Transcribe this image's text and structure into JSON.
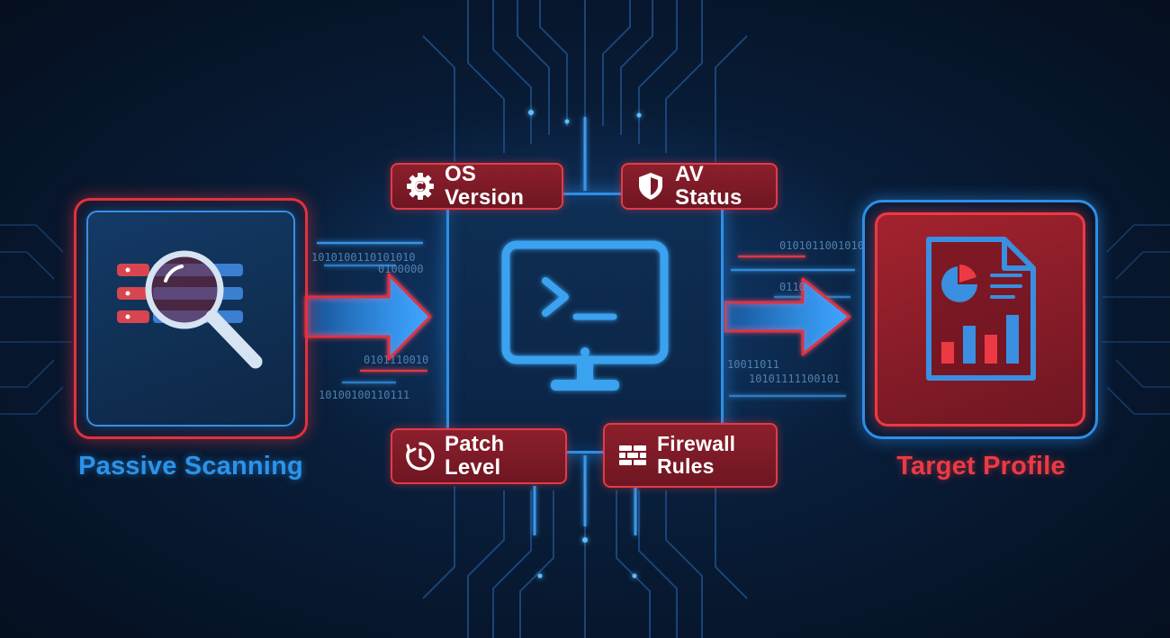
{
  "labels": {
    "source": "Passive Scanning",
    "target": "Target Profile"
  },
  "tags": {
    "os_version": "OS Version",
    "av_status": "AV Status",
    "patch_level": "Patch Level",
    "firewall_line1": "Firewall",
    "firewall_line2": "Rules"
  },
  "binary": {
    "left": [
      "1010100110101010",
      "0100000",
      "0101110010",
      "10100100110111"
    ],
    "right": [
      "0101011001010",
      "0110",
      "10011011",
      "10101111100101"
    ]
  },
  "icons": {
    "source": "server-magnifier-icon",
    "console": "terminal-monitor-icon",
    "target": "report-document-icon",
    "os_version": "gear-icon",
    "av_status": "shield-icon",
    "patch_level": "clock-icon",
    "firewall": "brick-wall-icon"
  },
  "colors": {
    "accent_blue": "#2c93ea",
    "accent_red": "#ec3a44",
    "background": "#071528"
  }
}
